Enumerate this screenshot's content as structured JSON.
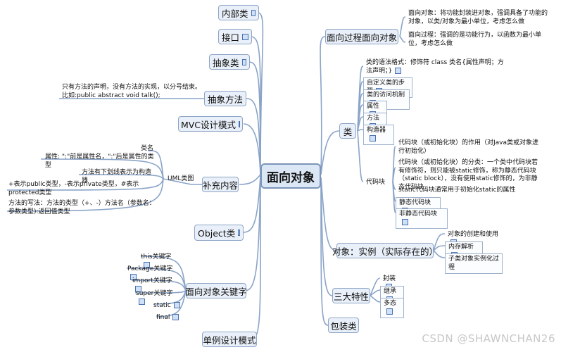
{
  "center": "面向对象",
  "left_branches": {
    "inner_class": "内部类",
    "interface": "接口",
    "abstract_class": "抽象类",
    "abstract_method": {
      "label": "抽象方法",
      "note": "只有方法的声明，没有方法的实现，以分号结束。比如:public abstract void talk();"
    },
    "mvc": "MVC设计模式",
    "supplement": {
      "label": "补充内容",
      "uml": {
        "label": "UML类图",
        "items": [
          "类名",
          "属性: \":\"前是属性名，\":\"后是属性的类型",
          "方法有下划线表示为构造器",
          "+表示public类型，-表示private类型，#表示protected类型",
          "方法的写法：方法的类型（+、-）方法名（参数名：参数类型):返回值类型"
        ]
      }
    },
    "object_class": "Object类",
    "keywords": {
      "label": "面向对象关键字",
      "items": [
        "this关键字",
        "Package关键字",
        "import关键字",
        "super关键字",
        "static",
        "final"
      ]
    },
    "singleton": "单例设计模式"
  },
  "right_branches": {
    "oop_vs_pop": {
      "label": "面向过程面向对象",
      "items": [
        "面向对象：将功能封装进对象，强调具备了功能的对象，以类/对象为最小单位，考虑怎么做",
        "面向过程：强调的是功能行为，以函数为最小单位，考虑怎么做"
      ]
    },
    "class": {
      "label": "类",
      "items": [
        "类的语法格式：修饰符  class 类名{属性声明；方法声明；}",
        "自定义类的步骤",
        "类的访问机制",
        "属性",
        "方法",
        "构造器"
      ],
      "code_block": {
        "label": "代码块",
        "items": [
          "代码块（或初始化块）的作用（对Java类或对象进行初始化）",
          "代码块（或初始化块）的分类：一个类中代码块若有修饰符，则只能被static修饰，称为静态代码块（static block），没有使用static修饰的，为非静态代码块",
          "static代码块通常用于初始化static的属性",
          "静态代码块",
          "非静态代码块"
        ]
      }
    },
    "object": {
      "label": "对象：实例（实际存在的）",
      "items": [
        "对象的创建和使用",
        "内存解析",
        "子类对象实例化过程"
      ]
    },
    "features": {
      "label": "三大特性",
      "items": [
        "封装",
        "继承",
        "多态"
      ]
    },
    "wrapper": "包装类"
  },
  "watermark": "CSDN @SHAWNCHAN26"
}
